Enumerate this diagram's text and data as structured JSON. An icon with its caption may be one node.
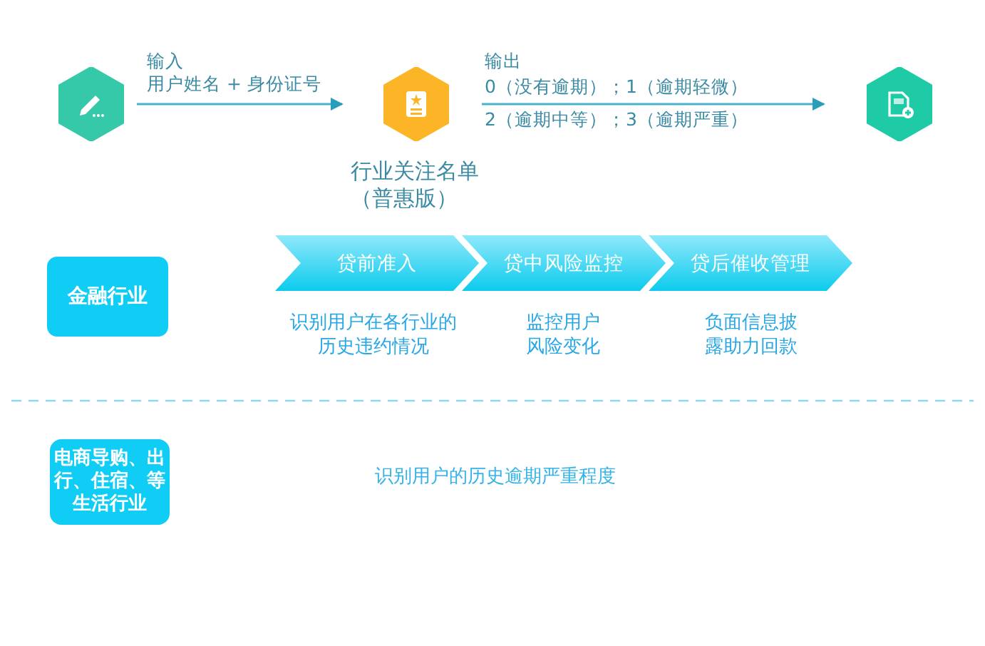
{
  "diagram": {
    "nodes": [
      {
        "text": [],
        "shape": "hexagon"
      },
      {
        "text": [
          "行业关注名单（普惠版）"
        ]
      },
      {
        "text": [],
        "shape": "hexagon"
      },
      {
        "text": [
          "金融行业"
        ]
      },
      {
        "text": [
          "贷前准入"
        ],
        "beside": [
          "识别用户在各行业的历史违约情况"
        ]
      },
      {
        "text": [
          "贷中风险监控"
        ],
        "beside": [
          "监控用户风险变化"
        ]
      },
      {
        "text": [
          "贷后催收管理"
        ],
        "beside": [
          "负面信息披露助力回款"
        ]
      },
      {
        "text": [
          "电商导购、出行、住宿、等生活行业"
        ]
      }
    ],
    "edges": [
      {
        "from": 0,
        "to": 1,
        "arrow": "to",
        "label": "输入"
      },
      {
        "from": 1,
        "to": 2,
        "arrow": "to",
        "label": "输出"
      }
    ],
    "labels": [
      "用户姓名 + 身份证号",
      "0（没有逾期）；1（逾期轻微）",
      "2（逾期中等）；3（逾期严重）",
      "识别用户的历史逾期严重程度"
    ]
  }
}
